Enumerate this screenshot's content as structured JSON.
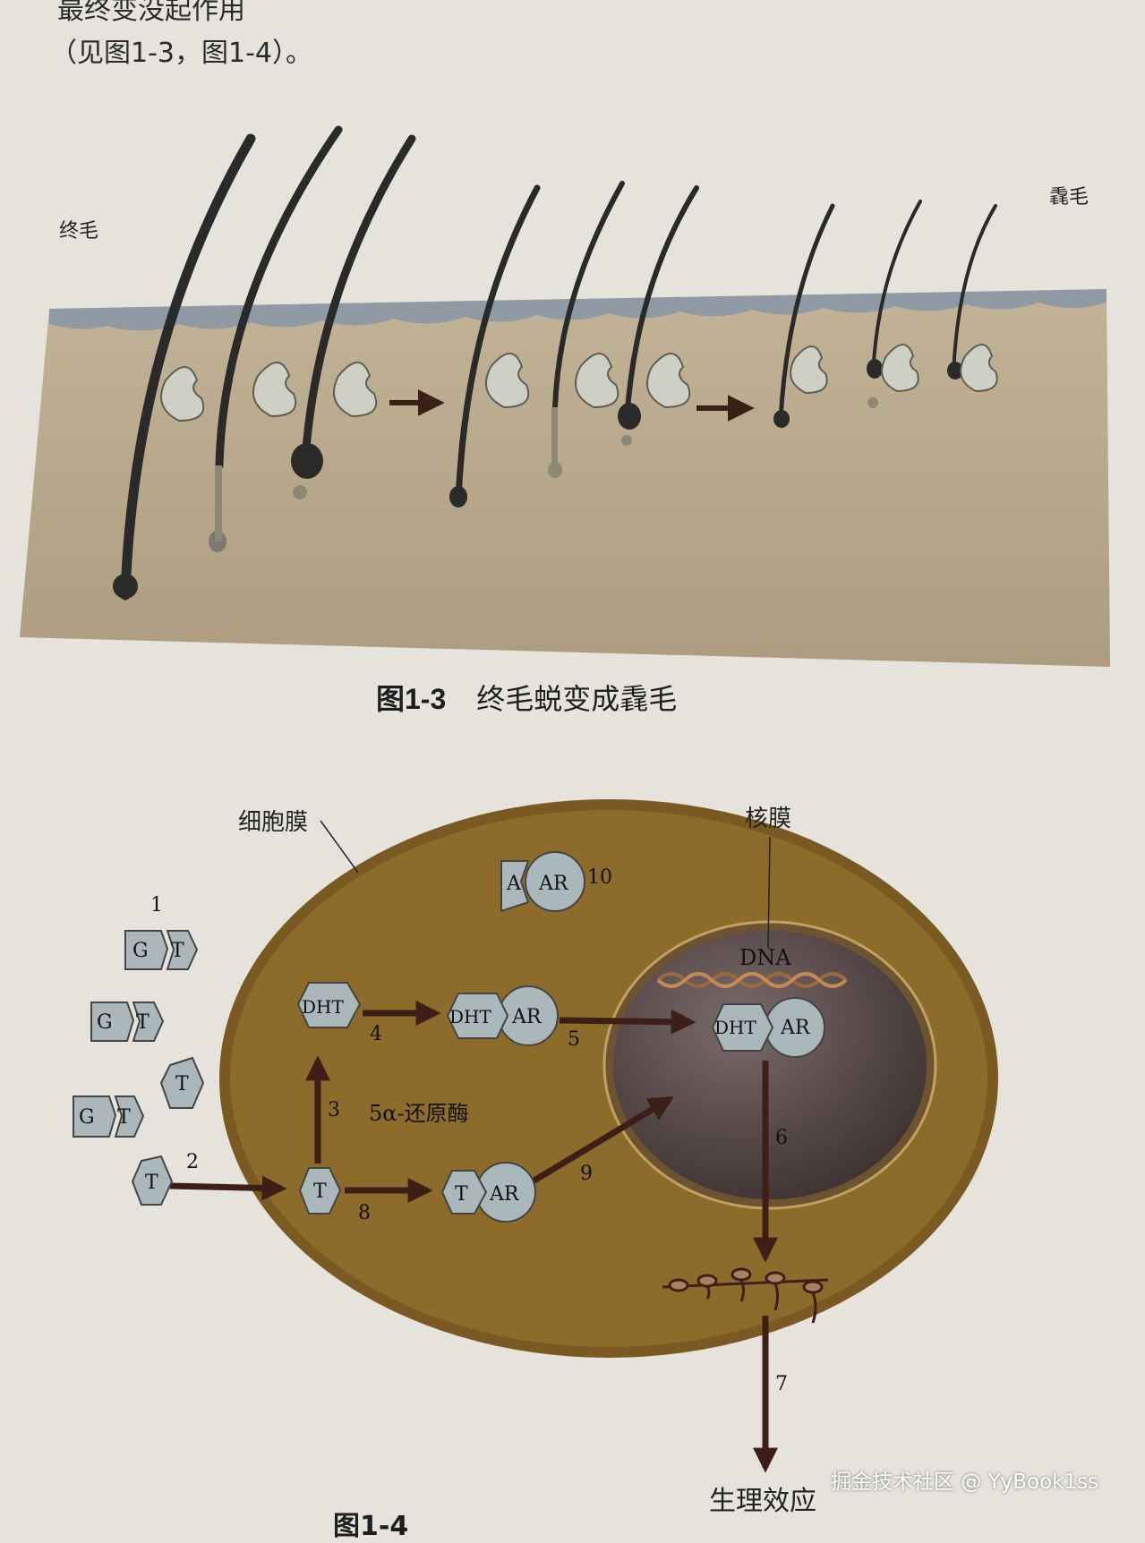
{
  "intro": {
    "line1": "最终变没起作用",
    "line2": "（见图1-3，图1-4）。"
  },
  "figure_1_3": {
    "label_left": "终毛",
    "label_right": "毳毛",
    "caption_number": "图1-3",
    "caption_text": "终毛蜕变成毳毛"
  },
  "figure_1_4": {
    "label_cell_membrane": "细胞膜",
    "label_nuclear_membrane": "核膜",
    "label_dna": "DNA",
    "label_enzyme": "5α-还原酶",
    "label_effect": "生理效应",
    "molecules": {
      "G": "G",
      "T": "T",
      "A": "A",
      "AR": "AR",
      "DHT": "DHT"
    },
    "step_numbers": [
      "1",
      "2",
      "3",
      "4",
      "5",
      "6",
      "7",
      "8",
      "9",
      "10"
    ],
    "caption_partial": "图1-4"
  },
  "watermark": "掘金技术社区 @ YyBook1ss",
  "colors": {
    "page": "#e6e3dd",
    "skin": "#b9a88c",
    "epidermis": "#8f9aa4",
    "hair": "#2a2a2a",
    "cell": "#8d6c2b",
    "cell_rim": "#7a5a22",
    "nucleus": "#5c4a48",
    "arrow": "#3e1f17",
    "molecule": "#aab8bb"
  }
}
